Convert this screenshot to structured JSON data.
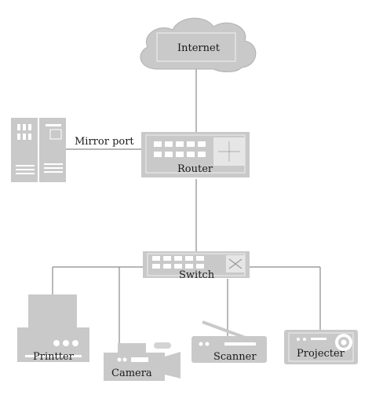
{
  "nodes": {
    "internet": {
      "label": "Internet"
    },
    "router": {
      "label": "Router"
    },
    "switch": {
      "label": "Switch"
    },
    "mirror_port": {
      "label": "Mirror port"
    },
    "printer": {
      "label": "Printter"
    },
    "camera": {
      "label": "Camera"
    },
    "scanner": {
      "label": "Scanner"
    },
    "projector": {
      "label": "Projecter"
    }
  },
  "colors": {
    "device_fill": "#c9c9c9",
    "device_dark": "#a9a9a9",
    "line": "#888888",
    "text": "#1a1a1a"
  }
}
